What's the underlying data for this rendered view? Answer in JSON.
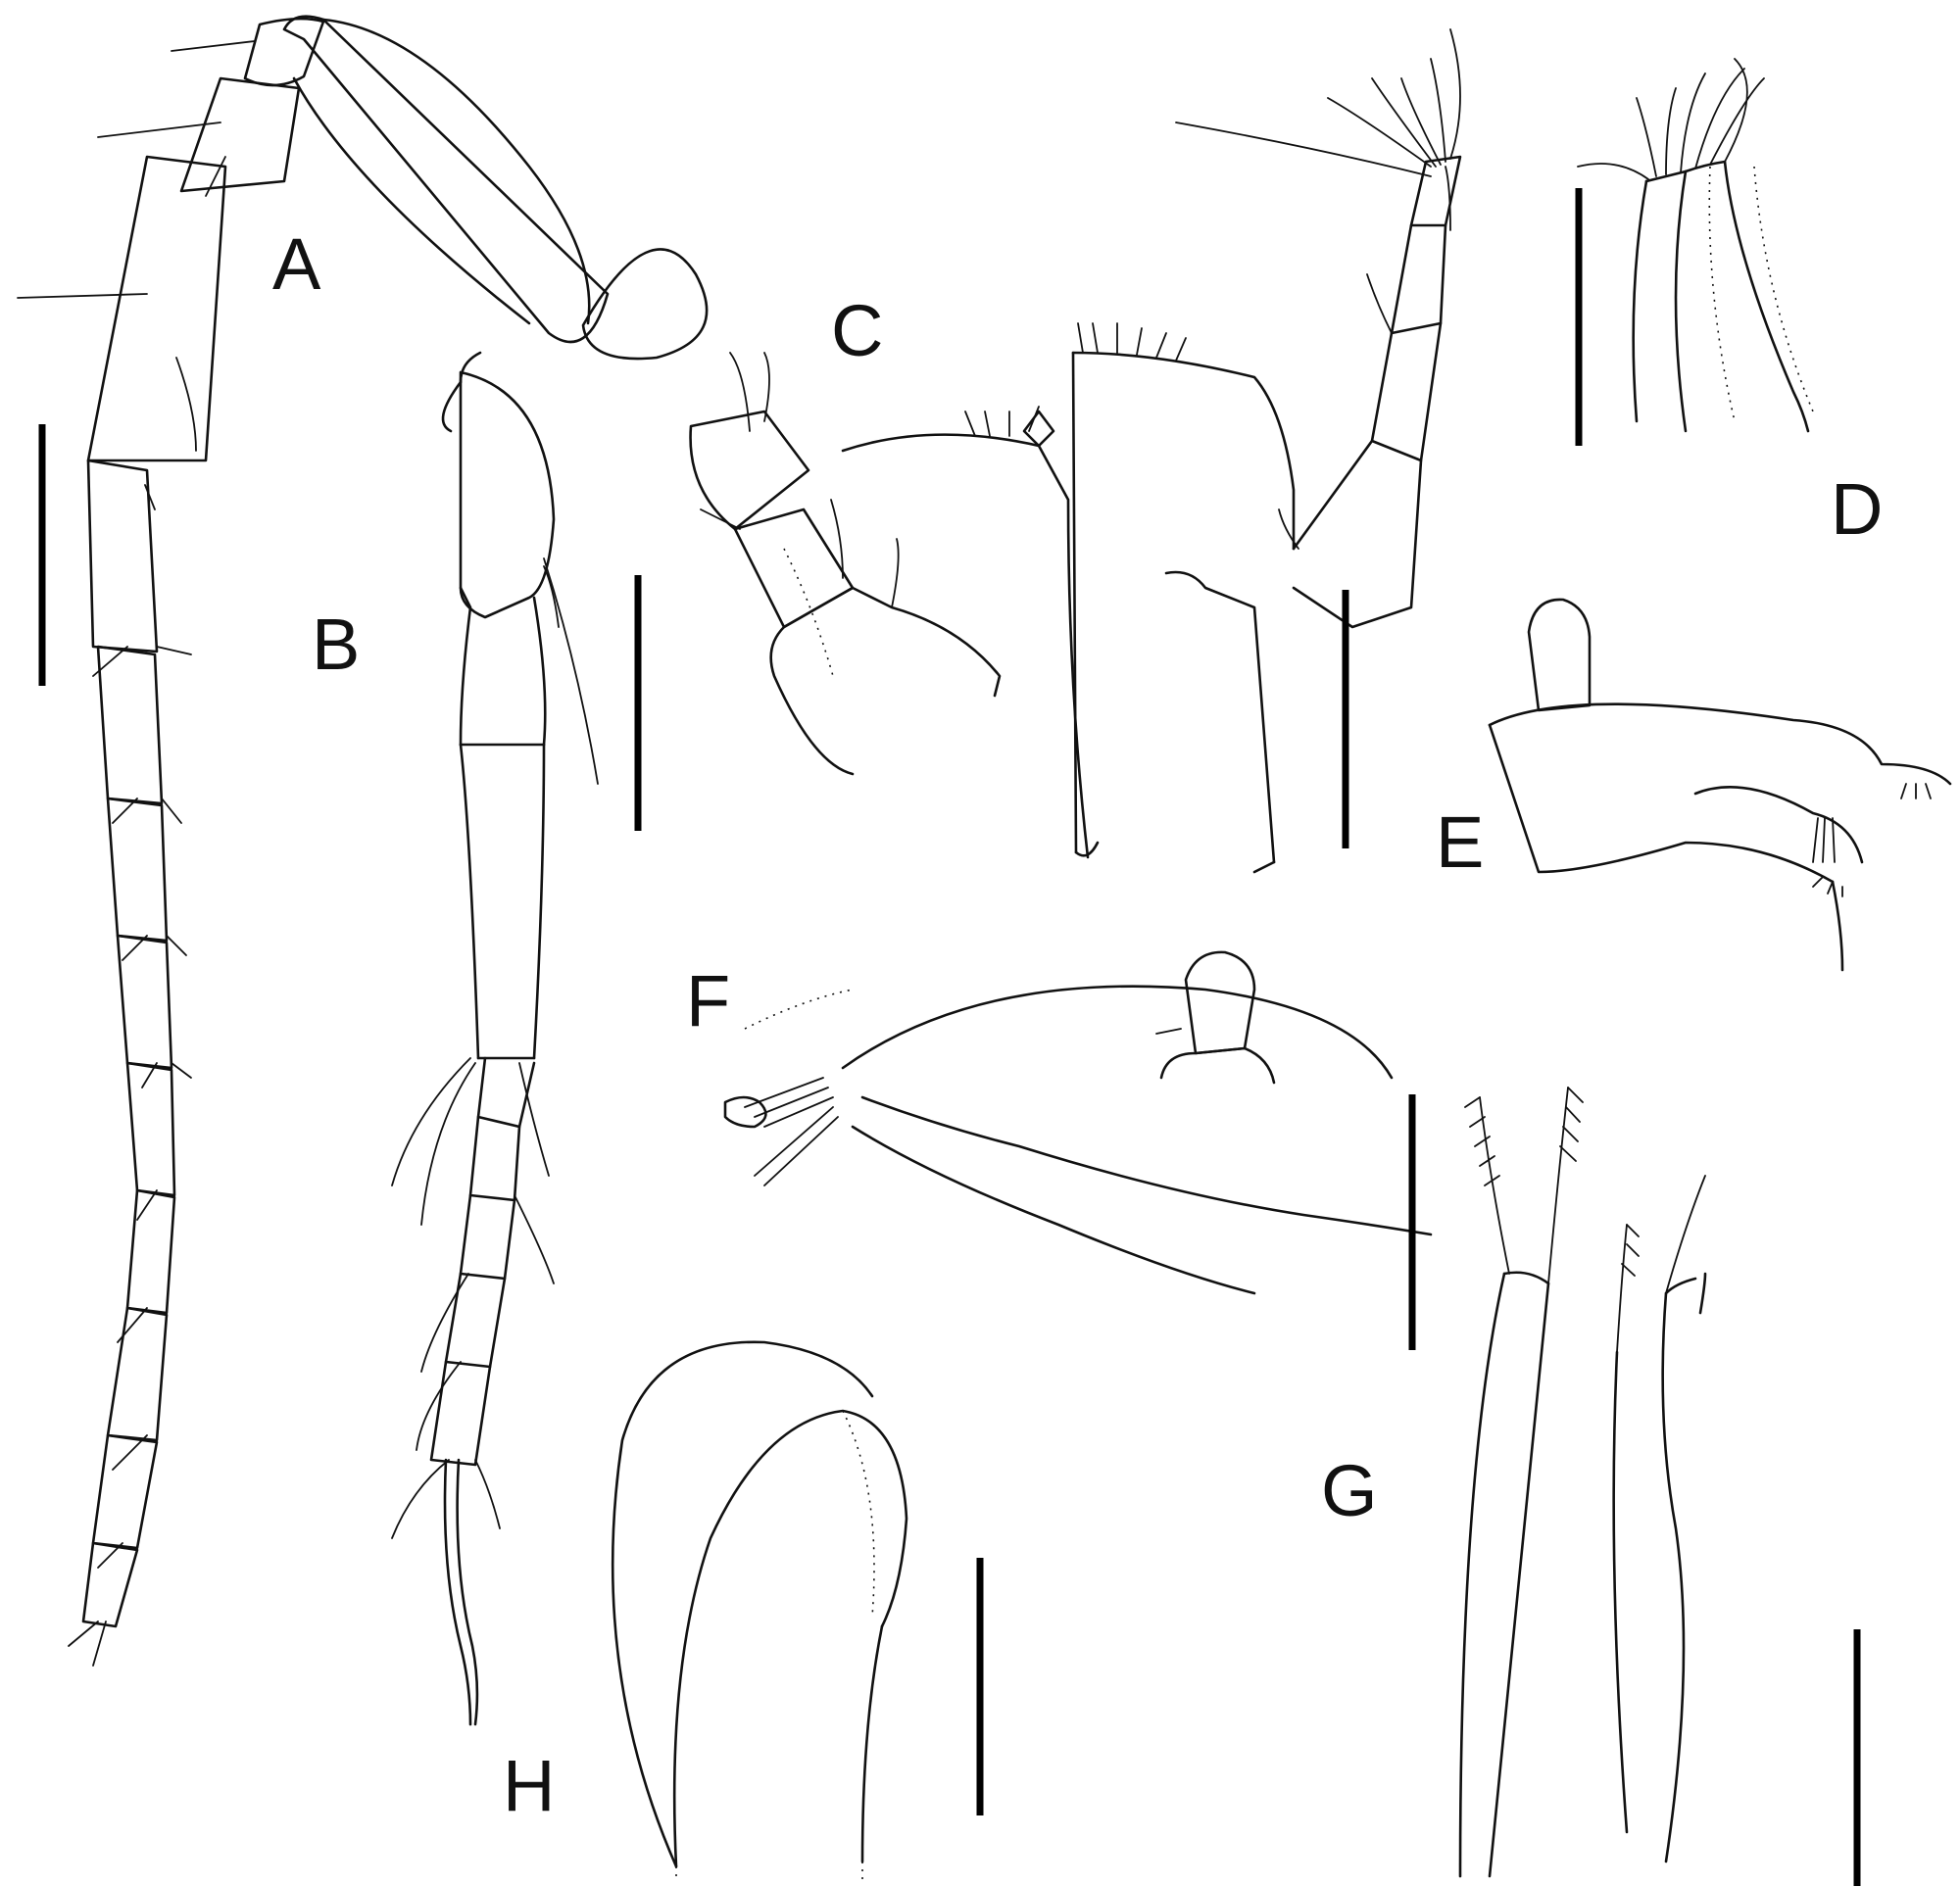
{
  "panels": {
    "A": {
      "label": "A"
    },
    "B": {
      "label": "B"
    },
    "C": {
      "label": "C"
    },
    "D": {
      "label": "D"
    },
    "E": {
      "label": "E"
    },
    "F": {
      "label": "F"
    },
    "G": {
      "label": "G"
    },
    "H": {
      "label": "H"
    }
  },
  "colors": {
    "ink": "#111111",
    "background": "#ffffff"
  }
}
